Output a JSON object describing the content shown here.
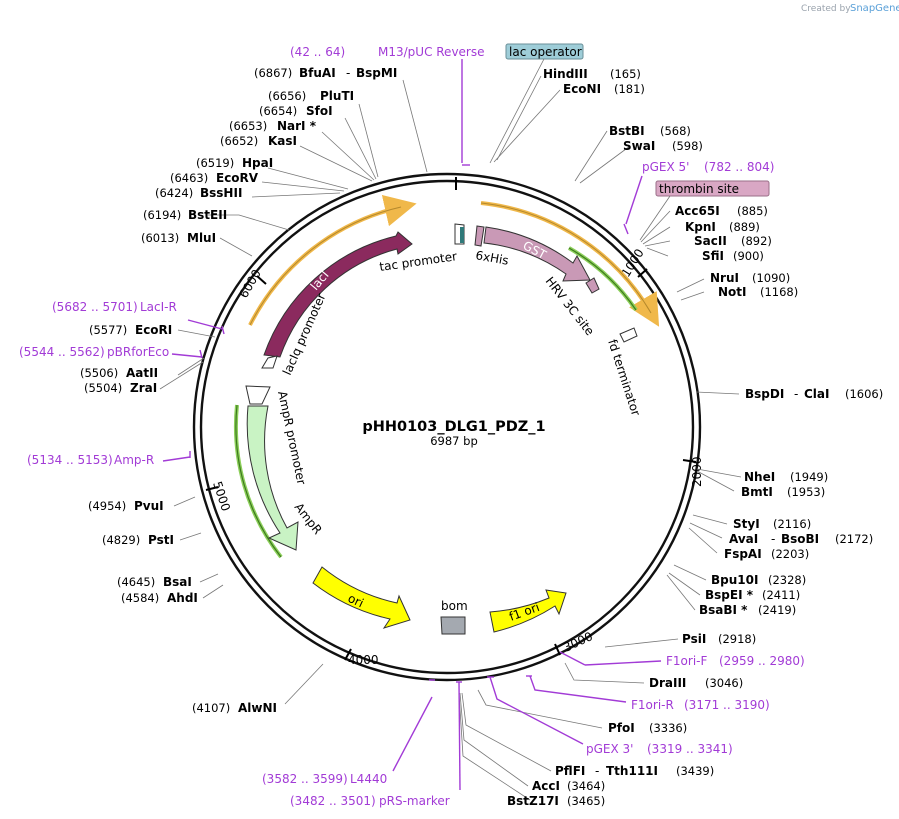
{
  "brand": {
    "created_by": "Created by",
    "name": "SnapGene"
  },
  "plasmid": {
    "name": "pHH0103_DLG1_PDZ_1",
    "size": "6987 bp"
  },
  "ticks": [
    "1000",
    "2000",
    "3000",
    "4000",
    "5000",
    "6000"
  ],
  "features": {
    "lacI": "lacI",
    "lacIq_promoter": "lacIq promoter",
    "tac_promoter": "tac promoter",
    "his": "6xHis",
    "gst": "GST",
    "hrv": "HRV 3C site",
    "fd": "fd terminator",
    "ampr_promoter": "AmpR promoter",
    "ampr": "AmpR",
    "ori": "ori",
    "bom": "bom",
    "f1ori": "f1 ori"
  },
  "boxed": {
    "lac_operator": "lac operator",
    "thrombin": "thrombin site"
  },
  "sites": {
    "bfuai": {
      "pos": "(6867)",
      "name": "BfuAI",
      "name2": "BspMI"
    },
    "plutI": {
      "pos": "(6656)",
      "name": "PluTI"
    },
    "sfoI": {
      "pos": "(6654)",
      "name": "SfoI"
    },
    "narI": {
      "pos": "(6653)",
      "name": "NarI *"
    },
    "kasI": {
      "pos": "(6652)",
      "name": "KasI"
    },
    "hpaI": {
      "pos": "(6519)",
      "name": "HpaI"
    },
    "ecoRV": {
      "pos": "(6463)",
      "name": "EcoRV"
    },
    "bssHII": {
      "pos": "(6424)",
      "name": "BssHII"
    },
    "bstEII": {
      "pos": "(6194)",
      "name": "BstEII"
    },
    "mluI": {
      "pos": "(6013)",
      "name": "MluI"
    },
    "ecoRI": {
      "pos": "(5577)",
      "name": "EcoRI"
    },
    "aatII": {
      "pos": "(5506)",
      "name": "AatII"
    },
    "zraI": {
      "pos": "(5504)",
      "name": "ZraI"
    },
    "pvuI": {
      "pos": "(4954)",
      "name": "PvuI"
    },
    "pstI": {
      "pos": "(4829)",
      "name": "PstI"
    },
    "bsaI": {
      "pos": "(4645)",
      "name": "BsaI"
    },
    "ahdI": {
      "pos": "(4584)",
      "name": "AhdI"
    },
    "alwNI": {
      "pos": "(4107)",
      "name": "AlwNI"
    },
    "hindIII": {
      "name": "HindIII",
      "pos": "(165)"
    },
    "ecoNI": {
      "name": "EcoNI",
      "pos": "(181)"
    },
    "bstBI": {
      "name": "BstBI",
      "pos": "(568)"
    },
    "swaI": {
      "name": "SwaI",
      "pos": "(598)"
    },
    "acc65I": {
      "name": "Acc65I",
      "pos": "(885)"
    },
    "kpnI": {
      "name": "KpnI",
      "pos": "(889)"
    },
    "sacII": {
      "name": "SacII",
      "pos": "(892)"
    },
    "sfiI": {
      "name": "SfiI",
      "pos": "(900)"
    },
    "nruI": {
      "name": "NruI",
      "pos": "(1090)"
    },
    "notI": {
      "name": "NotI",
      "pos": "(1168)"
    },
    "bspDI": {
      "name": "BspDI",
      "name2": "ClaI",
      "pos": "(1606)"
    },
    "nheI": {
      "name": "NheI",
      "pos": "(1949)"
    },
    "bmtI": {
      "name": "BmtI",
      "pos": "(1953)"
    },
    "styI": {
      "name": "StyI",
      "pos": "(2116)"
    },
    "avaI": {
      "name": "AvaI",
      "name2": "BsoBI",
      "pos": "(2172)"
    },
    "fspAI": {
      "name": "FspAI",
      "pos": "(2203)"
    },
    "bpu10I": {
      "name": "Bpu10I",
      "pos": "(2328)"
    },
    "bspEI": {
      "name": "BspEI *",
      "pos": "(2411)"
    },
    "bsaBI": {
      "name": "BsaBI *",
      "pos": "(2419)"
    },
    "psiI": {
      "name": "PsiI",
      "pos": "(2918)"
    },
    "draIII": {
      "name": "DraIII",
      "pos": "(3046)"
    },
    "pfoI": {
      "name": "PfoI",
      "pos": "(3336)"
    },
    "pflFI": {
      "name": "PflFI",
      "name2": "Tth111I",
      "pos": "(3439)"
    },
    "accI": {
      "name": "AccI",
      "pos": "(3464)"
    },
    "bstZ17I": {
      "name": "BstZ17I",
      "pos": "(3465)"
    }
  },
  "primers": {
    "m13": {
      "range": "(42 .. 64)",
      "name": "M13/pUC Reverse"
    },
    "pgex5": {
      "name": "pGEX 5'",
      "range": "(782 .. 804)"
    },
    "laciR": {
      "range": "(5682 .. 5701)",
      "name": "LacI-R"
    },
    "pbrfor": {
      "range": "(5544 .. 5562)",
      "name": "pBRforEco"
    },
    "ampR": {
      "range": "(5134 .. 5153)",
      "name": "Amp-R"
    },
    "f1oriF": {
      "name": "F1ori-F",
      "range": "(2959 .. 2980)"
    },
    "f1oriR": {
      "name": "F1ori-R",
      "range": "(3171 .. 3190)"
    },
    "pgex3": {
      "name": "pGEX 3'",
      "range": "(3319 .. 3341)"
    },
    "l4440": {
      "range": "(3582 .. 3599)",
      "name": "L4440"
    },
    "prs": {
      "range": "(3482 .. 3501)",
      "name": "pRS-marker"
    }
  },
  "colors": {
    "laci": "#8b2a5e",
    "gst": "#c999b6",
    "ampr": "#c9f3c4",
    "ori": "#ffff00",
    "bom": "#a4a9b0",
    "primer": "#a23bd6",
    "orf_outline": "#f0b84a",
    "orf_green": "#3d7a1e",
    "lac_box": "#9ecdd8",
    "thrombin_box": "#d9a7c4"
  }
}
